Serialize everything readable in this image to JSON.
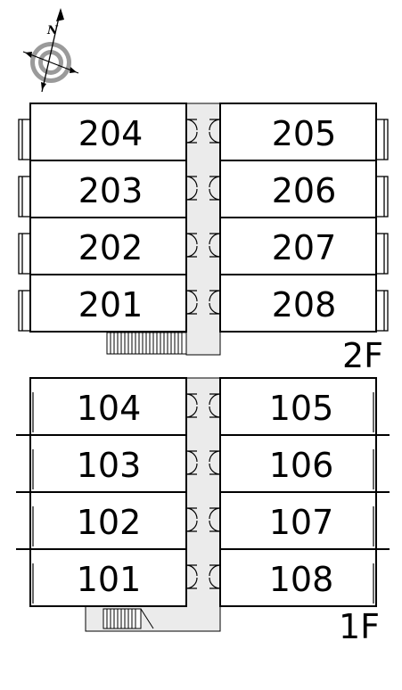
{
  "compass": {
    "label": "N",
    "icon": "north-compass-icon"
  },
  "floors": [
    {
      "id": "2f",
      "label": "2F",
      "left_units": [
        "204",
        "203",
        "202",
        "201"
      ],
      "right_units": [
        "205",
        "206",
        "207",
        "208"
      ],
      "has_stairs": true
    },
    {
      "id": "1f",
      "label": "1F",
      "left_units": [
        "104",
        "103",
        "102",
        "101"
      ],
      "right_units": [
        "105",
        "106",
        "107",
        "108"
      ],
      "has_stairs": true
    }
  ],
  "colors": {
    "wall": "#000000",
    "corridor": "#ebebeb",
    "background": "#ffffff",
    "compass_ring": "#9a9a9a"
  }
}
